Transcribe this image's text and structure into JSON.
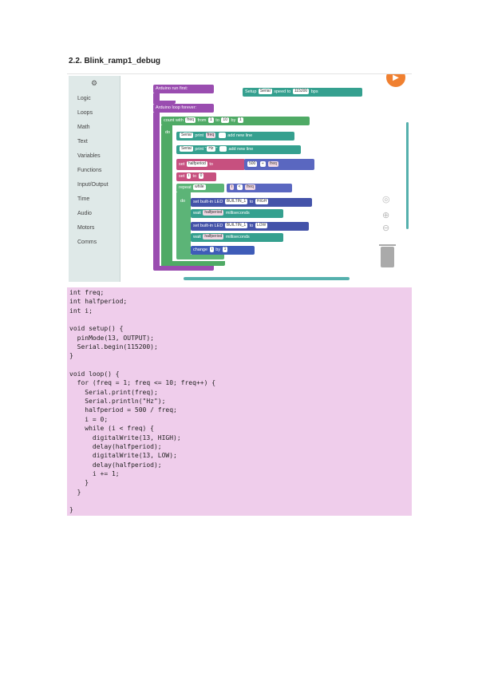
{
  "section_title": "2.2. Blink_ramp1_debug",
  "toolbox": {
    "categories": [
      "Logic",
      "Loops",
      "Math",
      "Text",
      "Variables",
      "Functions",
      "Input/Output",
      "Time",
      "Audio",
      "Motors",
      "Comms"
    ]
  },
  "blocks": {
    "setup_label": "Arduino run first:",
    "setup_serial": {
      "prefix": "Setup",
      "port": "Serial",
      "middle": "speed to",
      "speed": "115200",
      "unit": "bps"
    },
    "loop_label": "Arduino loop forever:",
    "count": {
      "prefix": "count with",
      "var": "freq",
      "from": "from",
      "from_val": "1",
      "to": "to",
      "to_val": "10",
      "by": "by",
      "by_val": "1"
    },
    "do_label": "do",
    "print1": {
      "port": "Serial",
      "action": "print",
      "value": "freq",
      "newline": "add new line"
    },
    "print2": {
      "port": "Serial",
      "action": "print",
      "value": "Hz",
      "newline": "add new line"
    },
    "set_halfperiod": {
      "set": "set",
      "var": "halfperiod",
      "to": "to",
      "a": "500",
      "op": "÷",
      "b": "freq"
    },
    "set_i": {
      "set": "set",
      "var": "i",
      "to": "to",
      "val": "0"
    },
    "repeat": {
      "label": "repeat",
      "mode": "while",
      "a": "i",
      "op": "<",
      "b": "freq"
    },
    "led_high": {
      "label": "set built-in LED",
      "pin": "BUILTIN_1",
      "to": "to",
      "state": "HIGH"
    },
    "wait1": {
      "label": "wait",
      "var": "halfperiod",
      "unit": "milliseconds"
    },
    "led_low": {
      "label": "set built-in LED",
      "pin": "BUILTIN_1",
      "to": "to",
      "state": "LOW"
    },
    "wait2": {
      "label": "wait",
      "var": "halfperiod",
      "unit": "milliseconds"
    },
    "change": {
      "label": "change",
      "var": "i",
      "by": "by",
      "val": "1"
    }
  },
  "code": "int freq;\nint halfperiod;\nint i;\n\nvoid setup() {\n  pinMode(13, OUTPUT);\n  Serial.begin(115200);\n}\n\nvoid loop() {\n  for (freq = 1; freq <= 10; freq++) {\n    Serial.print(freq);\n    Serial.println(\"Hz\");\n    halfperiod = 500 / freq;\n    i = 0;\n    while (i < freq) {\n      digitalWrite(13, HIGH);\n      delay(halfperiod);\n      digitalWrite(13, LOW);\n      delay(halfperiod);\n      i += 1;\n    }\n  }\n\n}"
}
